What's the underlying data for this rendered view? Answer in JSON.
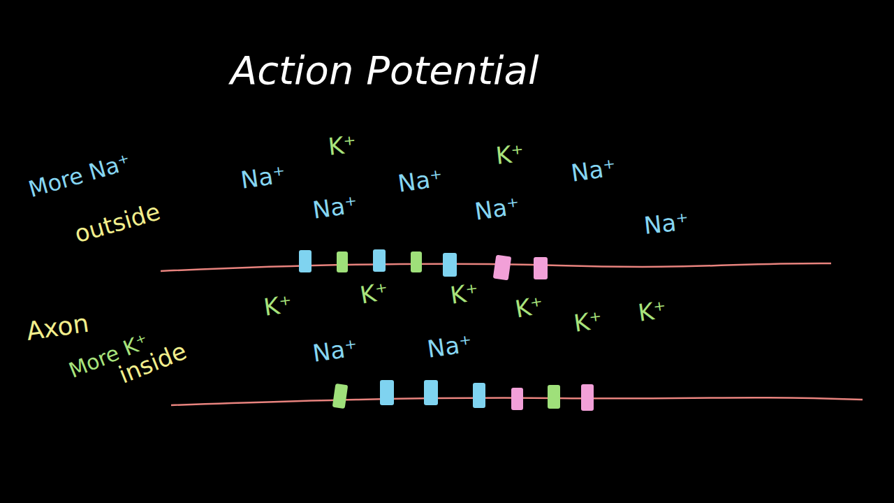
{
  "diagram": {
    "title": "Action Potential",
    "labels": [
      "More Na⁺",
      "outside",
      "Na⁺",
      "K⁺",
      "Na⁺",
      "Na⁺",
      "K⁺",
      "Na⁺",
      "Na⁺",
      "Na⁺",
      "Axon",
      "K⁺",
      "K⁺",
      "K⁺",
      "K⁺",
      "K⁺",
      "K⁺",
      "Na⁺",
      "Na⁺",
      "More K⁺",
      "inside"
    ]
  }
}
